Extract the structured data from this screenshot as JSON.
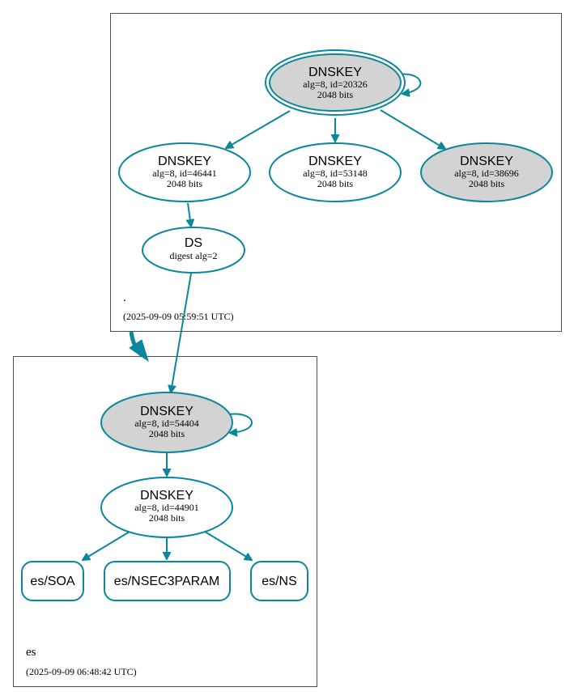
{
  "colors": {
    "edge": "#0a879a",
    "ksk_fill": "#d3d3d3",
    "node_fill": "#ffffff",
    "cluster_border": "#4d4d4d"
  },
  "root_zone": {
    "name": ".",
    "timestamp": "(2025-09-09 05:59:51 UTC)",
    "ksk": {
      "title": "DNSKEY",
      "info": "alg=8, id=20326",
      "size": "2048 bits"
    },
    "zsk1": {
      "title": "DNSKEY",
      "info": "alg=8, id=46441",
      "size": "2048 bits"
    },
    "zsk2": {
      "title": "DNSKEY",
      "info": "alg=8, id=53148",
      "size": "2048 bits"
    },
    "zsk3": {
      "title": "DNSKEY",
      "info": "alg=8, id=38696",
      "size": "2048 bits"
    },
    "ds": {
      "title": "DS",
      "info": "digest alg=2"
    }
  },
  "es_zone": {
    "name": "es",
    "timestamp": "(2025-09-09 06:48:42 UTC)",
    "ksk": {
      "title": "DNSKEY",
      "info": "alg=8, id=54404",
      "size": "2048 bits"
    },
    "zsk": {
      "title": "DNSKEY",
      "info": "alg=8, id=44901",
      "size": "2048 bits"
    },
    "rrsets": [
      "es/SOA",
      "es/NSEC3PARAM",
      "es/NS"
    ]
  }
}
